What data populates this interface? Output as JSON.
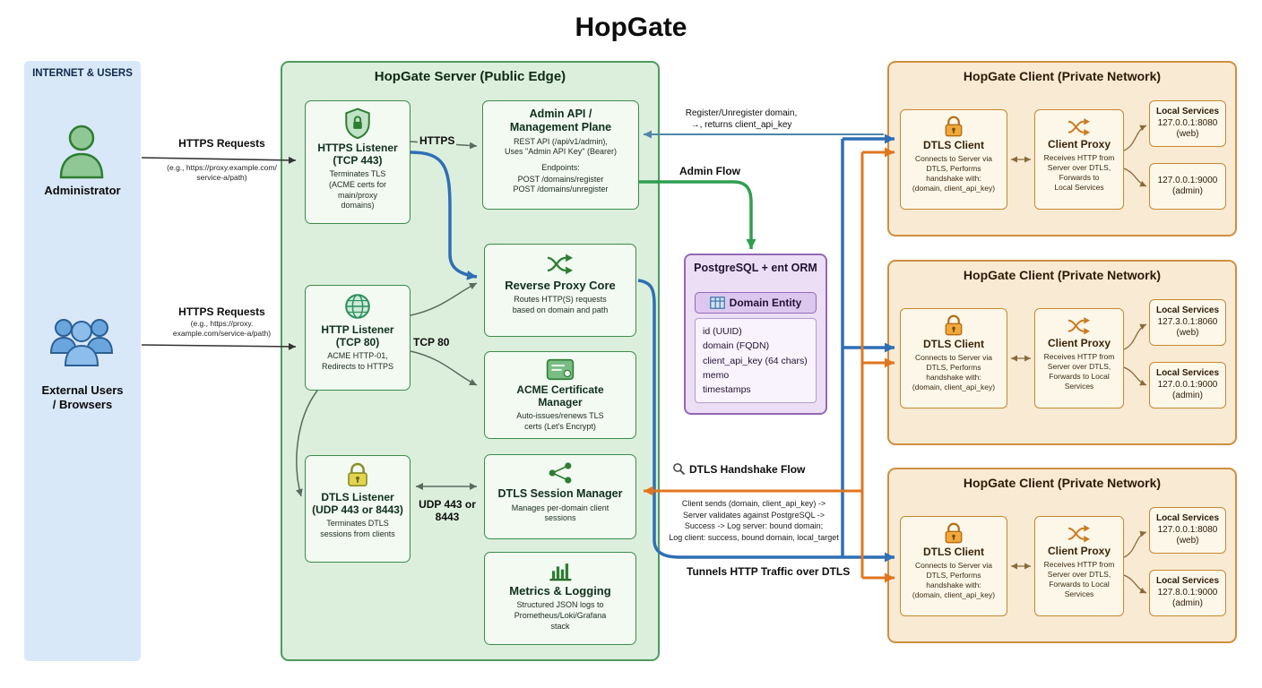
{
  "title": "HopGate",
  "internet": {
    "title": "INTERNET & USERS",
    "administrator": {
      "icon": "admin-person-icon",
      "label": "Administrator"
    },
    "external_users": {
      "icon": "users-group-icon",
      "label": "External Users\n/ Browsers"
    }
  },
  "left_flows": {
    "admin_request": {
      "title": "HTTPS Requests",
      "subtitle": "(e.g., https://proxy.example.com/\nservice-a/path)"
    },
    "user_request": {
      "title": "HTTPS Requests",
      "subtitle": "(e.g., https://proxy.\nexample.com/service-a/path)"
    }
  },
  "server": {
    "title": "HopGate Server (Public Edge)",
    "https_listener": {
      "icon": "shield-lock-icon",
      "title": "HTTPS Listener\n(TCP 443)",
      "desc": "Terminates TLS\n(ACME certs for\nmain/proxy\ndomains)"
    },
    "http_listener": {
      "icon": "globe-icon",
      "title": "HTTP Listener\n(TCP 80)",
      "desc": "ACME HTTP-01,\nRedirects to HTTPS"
    },
    "dtls_listener": {
      "icon": "lock-icon",
      "title": "DTLS Listener\n(UDP 443 or 8443)",
      "desc": "Terminates DTLS\nsessions from clients"
    },
    "admin_api": {
      "title": "Admin API /\nManagement Plane",
      "desc": "REST API (/api/v1/admin),\nUses \"Admin API Key\" (Bearer)",
      "endpoints_label": "Endpoints:",
      "endpoints": "POST /domains/register\nPOST /domains/unregister"
    },
    "reverse_proxy": {
      "icon": "shuffle-icon",
      "title": "Reverse Proxy Core",
      "desc": "Routes HTTP(S) requests\nbased on domain and path"
    },
    "acme_manager": {
      "icon": "certificate-icon",
      "title": "ACME Certificate\nManager",
      "desc": "Auto-issues/renews TLS\ncerts (Let's Encrypt)"
    },
    "dtls_session_manager": {
      "icon": "network-nodes-icon",
      "title": "DTLS Session Manager",
      "desc": "Manages per-domain client\nsessions"
    },
    "metrics": {
      "icon": "bar-chart-icon",
      "title": "Metrics & Logging",
      "desc": "Structured JSON logs to\nPrometheus/Loki/Grafana\nstack"
    },
    "labels": {
      "https": "HTTPS",
      "tcp80": "TCP 80",
      "udp": "UDP 443 or\n8443"
    }
  },
  "database": {
    "title": "PostgreSQL + ent ORM",
    "entity": {
      "icon": "table-icon",
      "title": "Domain Entity",
      "fields": [
        "id (UUID)",
        "domain (FQDN)",
        "client_api_key (64 chars)",
        "memo",
        "timestamps"
      ]
    }
  },
  "flows": {
    "register": "Register/Unregister domain,\n→, returns client_api_key",
    "admin_flow": "Admin Flow",
    "dtls_handshake": {
      "icon": "magnifier-icon",
      "label": "DTLS Handshake Flow"
    },
    "handshake_detail": "Client sends (domain, client_api_key) ->\nServer validates against PostgreSQL ->\nSuccess -> Log server: bound domain;\nLog client: success, bound domain, local_target",
    "tunnel": "Tunnels HTTP Traffic over DTLS"
  },
  "clients": [
    {
      "title": "HopGate Client (Private Network)",
      "dtls_client": {
        "icon": "lock-icon",
        "title": "DTLS Client",
        "desc": "Connects to Server via\nDTLS, Performs\nhandshake with:\n(domain, client_api_key)"
      },
      "client_proxy": {
        "icon": "shuffle-icon",
        "title": "Client Proxy",
        "desc": "Receives HTTP from\nServer over DTLS,\nForwards to\nLocal Services"
      },
      "local_services": [
        {
          "title": "Local Services",
          "addr": "127.0.0.1:8080",
          "kind": "(web)"
        },
        {
          "title": "",
          "addr": "127.0.0.1:9000",
          "kind": "(admin)"
        }
      ]
    },
    {
      "title": "HopGate Client (Private Network)",
      "dtls_client": {
        "icon": "lock-icon",
        "title": "DTLS Client",
        "desc": "Connects to Server via\nDTLS, Performs\nhandshake with:\n(domain, client_api_key)"
      },
      "client_proxy": {
        "icon": "shuffle-icon",
        "title": "Client Proxy",
        "desc": "Receives HTTP from\nServer over DTLS,\nForwards to Local\nServices"
      },
      "local_services": [
        {
          "title": "Local Services",
          "addr": "127.3.0.1:8060",
          "kind": "(web)"
        },
        {
          "title": "Local Services",
          "addr": "127.0.0.1:9000",
          "kind": "(admin)"
        }
      ]
    },
    {
      "title": "HopGate Client (Private Network)",
      "dtls_client": {
        "icon": "lock-icon",
        "title": "DTLS Client",
        "desc": "Connects to Server via\nDTLS, Performs\nhandshake with:\n(domain, client_api_key)"
      },
      "client_proxy": {
        "icon": "shuffle-icon",
        "title": "Client Proxy",
        "desc": "Receives HTTP from\nServer over DTLS,\nForwards to Local\nServices"
      },
      "local_services": [
        {
          "title": "Local Services",
          "addr": "127.0.0.1:8080",
          "kind": "(web)"
        },
        {
          "title": "Local Services",
          "addr": "127.8.0.1:9000",
          "kind": "(admin)"
        }
      ]
    }
  ],
  "colors": {
    "tunnel_blue": "#2e6fb5",
    "handshake_orange": "#e0761f",
    "admin_green": "#2f9e50",
    "server_panel": "#dcefdc",
    "client_panel": "#f8ead3",
    "db_panel": "#ecdef4",
    "internet_panel": "#d9e8f8"
  }
}
